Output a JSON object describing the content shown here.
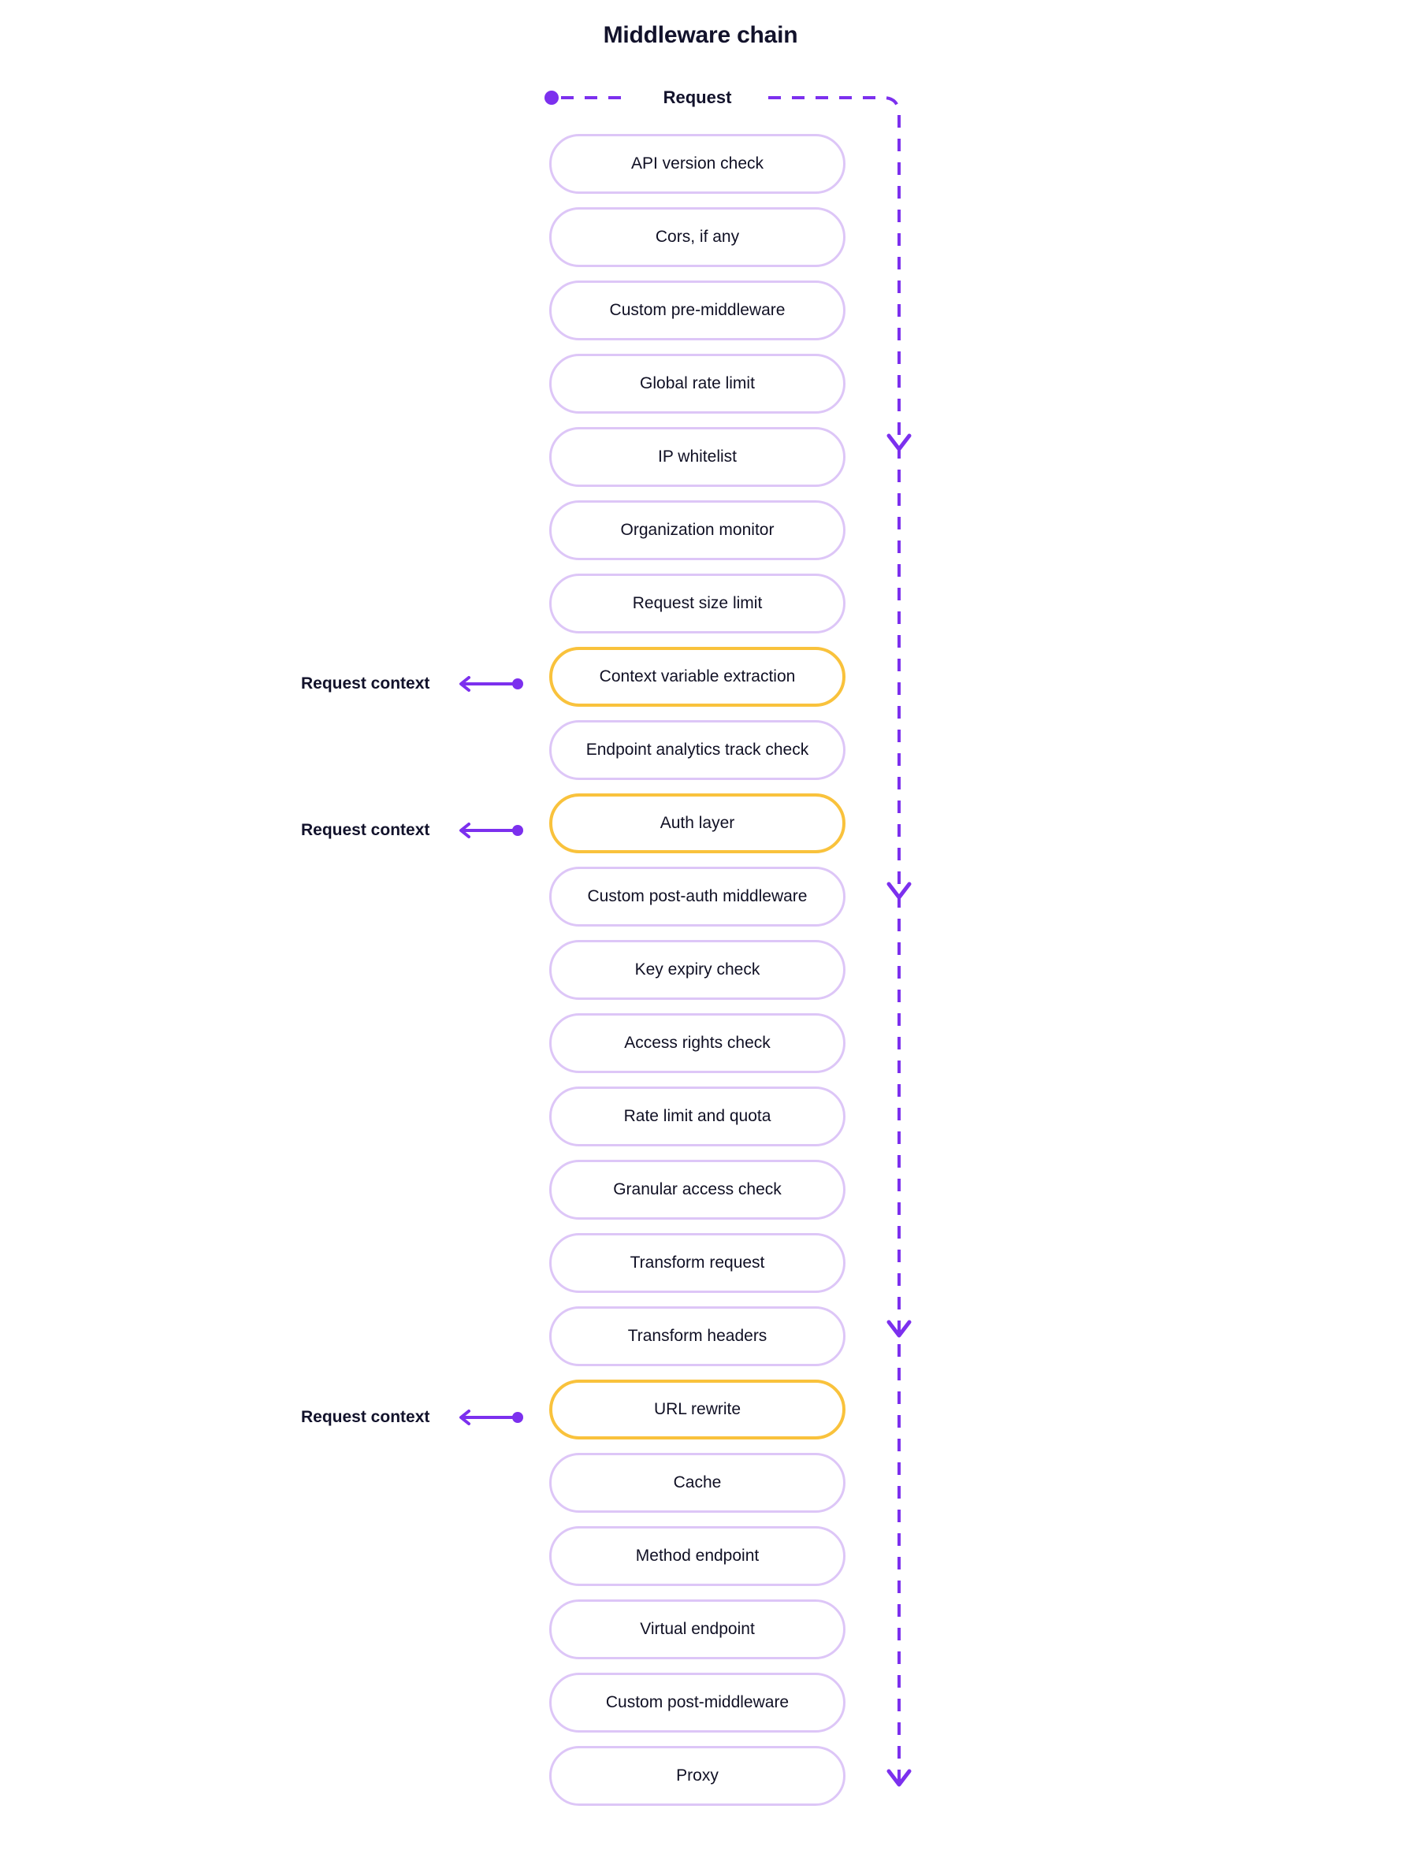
{
  "title": "Middleware chain",
  "colors": {
    "accent_purple": "#7C30EE",
    "pill_border": "#DDC6F7",
    "highlight_border": "#F9C23C",
    "text": "#101024",
    "background": "#FFFFFF"
  },
  "flow": {
    "entry_label": "Request",
    "steps": [
      {
        "label": "API version check",
        "highlight": false
      },
      {
        "label": "Cors, if any",
        "highlight": false
      },
      {
        "label": "Custom pre-middleware",
        "highlight": false
      },
      {
        "label": "Global rate limit",
        "highlight": false
      },
      {
        "label": "IP whitelist",
        "highlight": false
      },
      {
        "label": "Organization monitor",
        "highlight": false
      },
      {
        "label": "Request size limit",
        "highlight": false
      },
      {
        "label": "Context variable extraction",
        "highlight": true
      },
      {
        "label": "Endpoint analytics track check",
        "highlight": false
      },
      {
        "label": "Auth layer",
        "highlight": true
      },
      {
        "label": "Custom post-auth middleware",
        "highlight": false
      },
      {
        "label": "Key expiry check",
        "highlight": false
      },
      {
        "label": "Access rights check",
        "highlight": false
      },
      {
        "label": "Rate limit and quota",
        "highlight": false
      },
      {
        "label": "Granular access check",
        "highlight": false
      },
      {
        "label": "Transform request",
        "highlight": false
      },
      {
        "label": "Transform headers",
        "highlight": false
      },
      {
        "label": "URL rewrite",
        "highlight": true
      },
      {
        "label": "Cache",
        "highlight": false
      },
      {
        "label": "Method endpoint",
        "highlight": false
      },
      {
        "label": "Virtual endpoint",
        "highlight": false
      },
      {
        "label": "Custom post-middleware",
        "highlight": false
      },
      {
        "label": "Proxy",
        "highlight": false
      }
    ]
  },
  "annotations": [
    {
      "label": "Request context",
      "target_step": "Context variable extraction"
    },
    {
      "label": "Request context",
      "target_step": "Auth layer"
    },
    {
      "label": "Request context",
      "target_step": "URL rewrite"
    }
  ]
}
